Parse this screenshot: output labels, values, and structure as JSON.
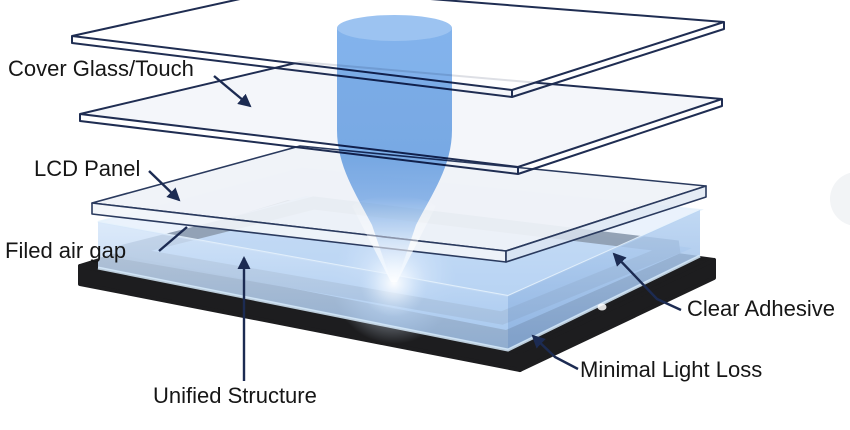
{
  "labels": {
    "cover_glass": "Cover Glass/Touch",
    "lcd_panel": "LCD Panel",
    "air_gap": "Filed air gap",
    "unified_structure": "Unified Structure",
    "clear_adhesive": "Clear Adhesive",
    "minimal_light_loss": "Minimal Light Loss"
  },
  "colors": {
    "beam_blue": "#7FB0E9",
    "surface_blue": "#B7D3F2",
    "bezel_gray": "#6E7988",
    "base_black": "#1D1D1F",
    "outline_navy": "#1C2B52",
    "label_text": "#161616"
  }
}
